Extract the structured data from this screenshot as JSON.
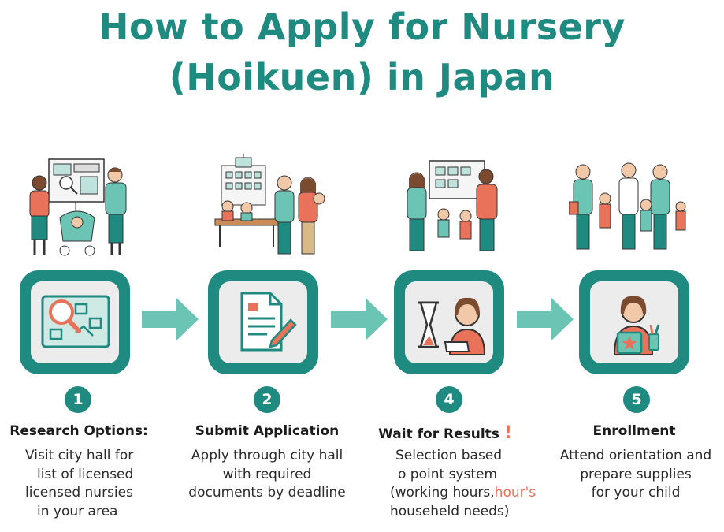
{
  "title": {
    "line1": "How to Apply for Nursery",
    "line2": "(Hoikuen) in Japan"
  },
  "colors": {
    "teal": "#1f8a80",
    "coral": "#e8735a",
    "arrow": "#6cc4b4",
    "card_bg": "#ececec"
  },
  "steps": [
    {
      "number": "1",
      "title": "Research Options:",
      "icon": "map-search-icon",
      "scene": "parents-at-map-with-stroller",
      "lines": [
        "Visit city hall for",
        "list of licensed",
        "licensed nursies",
        "in your area"
      ]
    },
    {
      "number": "2",
      "title": "Submit Application",
      "icon": "document-pen-icon",
      "scene": "family-at-city-hall",
      "lines": [
        "Apply through city hall",
        "with required",
        "documents by deadline"
      ]
    },
    {
      "number": "4",
      "title": "Wait for Results",
      "title_mark": "!",
      "icon": "hourglass-waiting-icon",
      "scene": "family-at-board",
      "lines": [
        "Selection based",
        "o point system",
        "(working hours,",
        "househeld needs)"
      ],
      "accent_word": "hour's"
    },
    {
      "number": "5",
      "title": "Enrollment",
      "icon": "child-with-supplies-icon",
      "scene": "family-with-children",
      "lines": [
        "Attend orientation and",
        "prepare supplies",
        "for your child"
      ]
    }
  ]
}
